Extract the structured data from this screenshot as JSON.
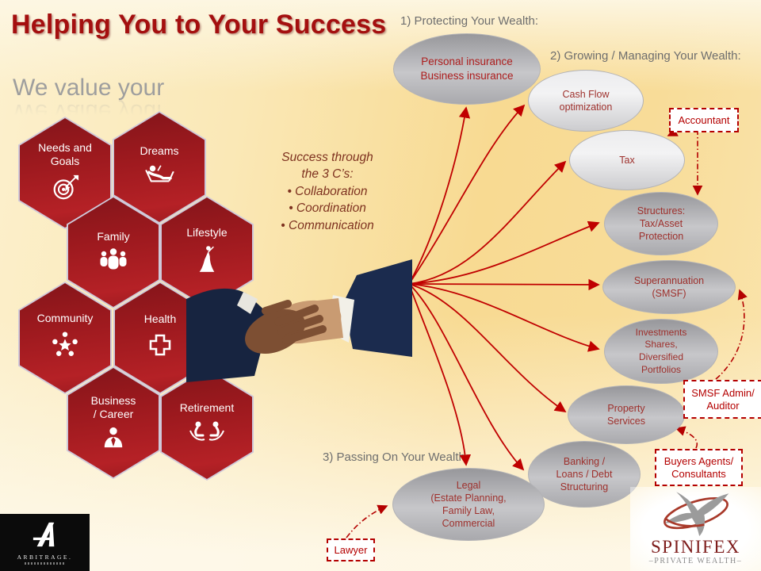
{
  "slide": {
    "title": "Helping You to Your Success",
    "tagline": "We value your"
  },
  "hexagons": [
    {
      "label": "Needs and\nGoals",
      "icon": "target-icon"
    },
    {
      "label": "Dreams",
      "icon": "relaxing-person-icon"
    },
    {
      "label": "Family",
      "icon": "family-icon"
    },
    {
      "label": "Lifestyle",
      "icon": "woman-gown-icon"
    },
    {
      "label": "Community",
      "icon": "community-people-icon"
    },
    {
      "label": "Health",
      "icon": "medical-cross-icon"
    },
    {
      "label": "Business\n/ Career",
      "icon": "business-person-icon"
    },
    {
      "label": "Retirement",
      "icon": "rocking-chairs-icon"
    }
  ],
  "three_cs": {
    "heading": "Success through\nthe 3 C’s:",
    "bullets": [
      "• Collaboration",
      "• Coordination",
      "• Communication"
    ]
  },
  "sections": {
    "protecting": "1) Protecting Your Wealth:",
    "growing": "2) Growing / Managing Your Wealth:",
    "passing": "3) Passing On Your Wealth:"
  },
  "ellipses": [
    {
      "id": "personal-insurance",
      "label": "Personal insurance\nBusiness insurance"
    },
    {
      "id": "cash-flow",
      "label": "Cash Flow\noptimization"
    },
    {
      "id": "tax",
      "label": "Tax"
    },
    {
      "id": "structures",
      "label": "Structures:\nTax/Asset\nProtection"
    },
    {
      "id": "superannuation",
      "label": "Superannuation\n(SMSF)"
    },
    {
      "id": "investments",
      "label": "Investments\nShares,\nDiversified\nPortfolios"
    },
    {
      "id": "property-services",
      "label": "Property\nServices"
    },
    {
      "id": "banking",
      "label": "Banking /\nLoans / Debt\nStructuring"
    },
    {
      "id": "legal",
      "label": "Legal\n(Estate Planning,\nFamily Law,\nCommercial"
    }
  ],
  "advisor_boxes": [
    {
      "id": "accountant",
      "label": "Accountant"
    },
    {
      "id": "smsf-admin",
      "label": "SMSF Admin/\nAuditor"
    },
    {
      "id": "buyers-agents",
      "label": "Buyers Agents/\nConsultants"
    },
    {
      "id": "lawyer",
      "label": "Lawyer"
    }
  ],
  "logos": {
    "arbitrage": {
      "name": "ARBITRAGE."
    },
    "spinifex": {
      "name": "SPINIFEX",
      "tagline": "–PRIVATE WEALTH–"
    }
  },
  "colors": {
    "accent_red": "#c00000",
    "hexagon_red": "#a31c20",
    "title_red": "#a40f0f",
    "ellipse_text": "#9e302c",
    "section_gray": "#6e6e6e",
    "background_gold": "#f8da92"
  }
}
